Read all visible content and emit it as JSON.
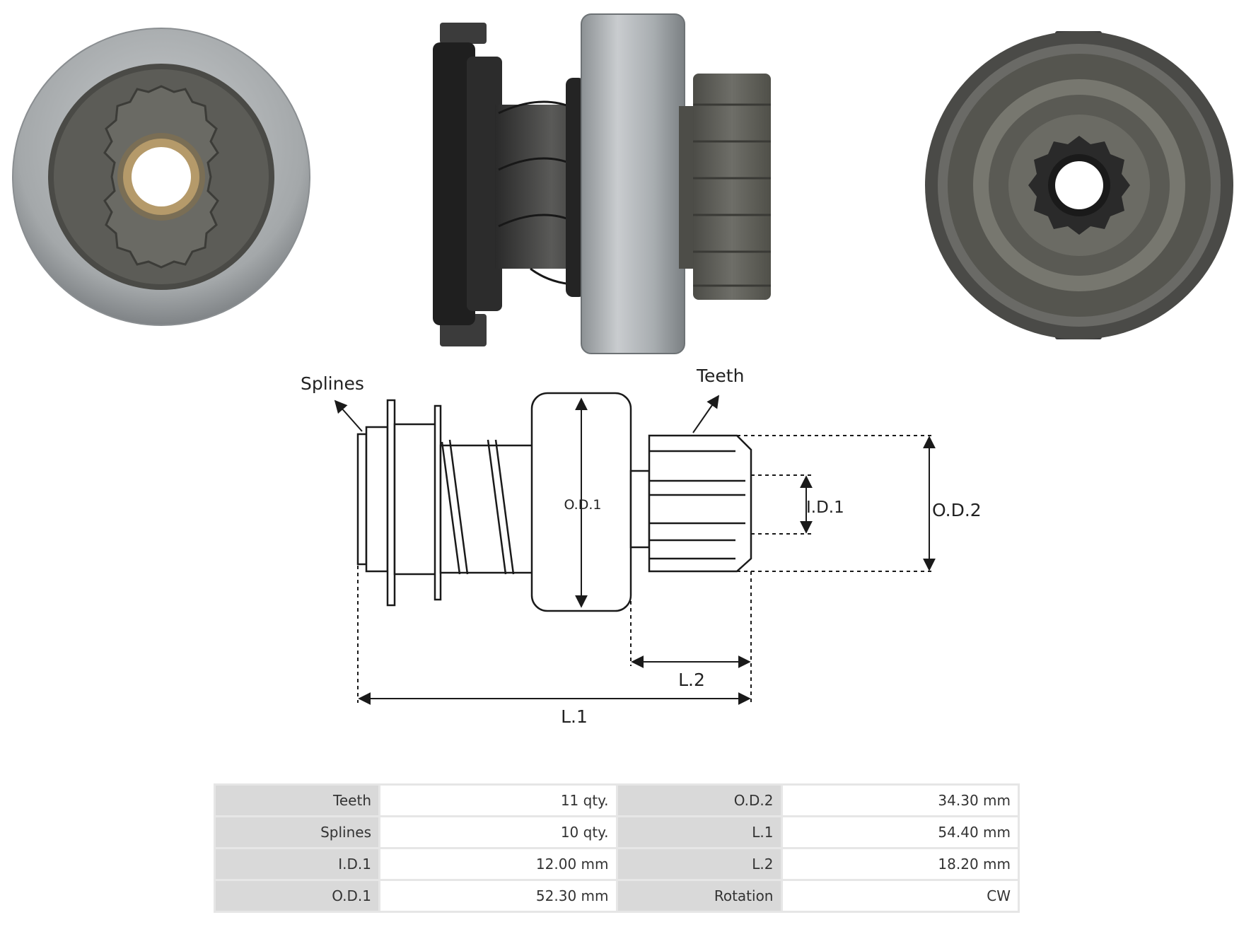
{
  "diagram": {
    "callouts": {
      "splines": "Splines",
      "teeth": "Teeth",
      "od1": "O.D.1",
      "od2": "O.D.2",
      "id1": "I.D.1",
      "l1": "L.1",
      "l2": "L.2"
    }
  },
  "specs": {
    "rows": [
      [
        {
          "label": "Teeth",
          "value": "11 qty."
        },
        {
          "label": "O.D.2",
          "value": "34.30 mm"
        }
      ],
      [
        {
          "label": "Splines",
          "value": "10 qty."
        },
        {
          "label": "L.1",
          "value": "54.40 mm"
        }
      ],
      [
        {
          "label": "I.D.1",
          "value": "12.00 mm"
        },
        {
          "label": "L.2",
          "value": "18.20 mm"
        }
      ],
      [
        {
          "label": "O.D.1",
          "value": "52.30 mm"
        },
        {
          "label": "Rotation",
          "value": "CW"
        }
      ]
    ]
  },
  "colors": {
    "steel": "#a9adb0",
    "dark_steel": "#5f5f5a",
    "black": "#1e1e1e",
    "brass": "#b59a6a",
    "line": "#1a1a1a"
  }
}
